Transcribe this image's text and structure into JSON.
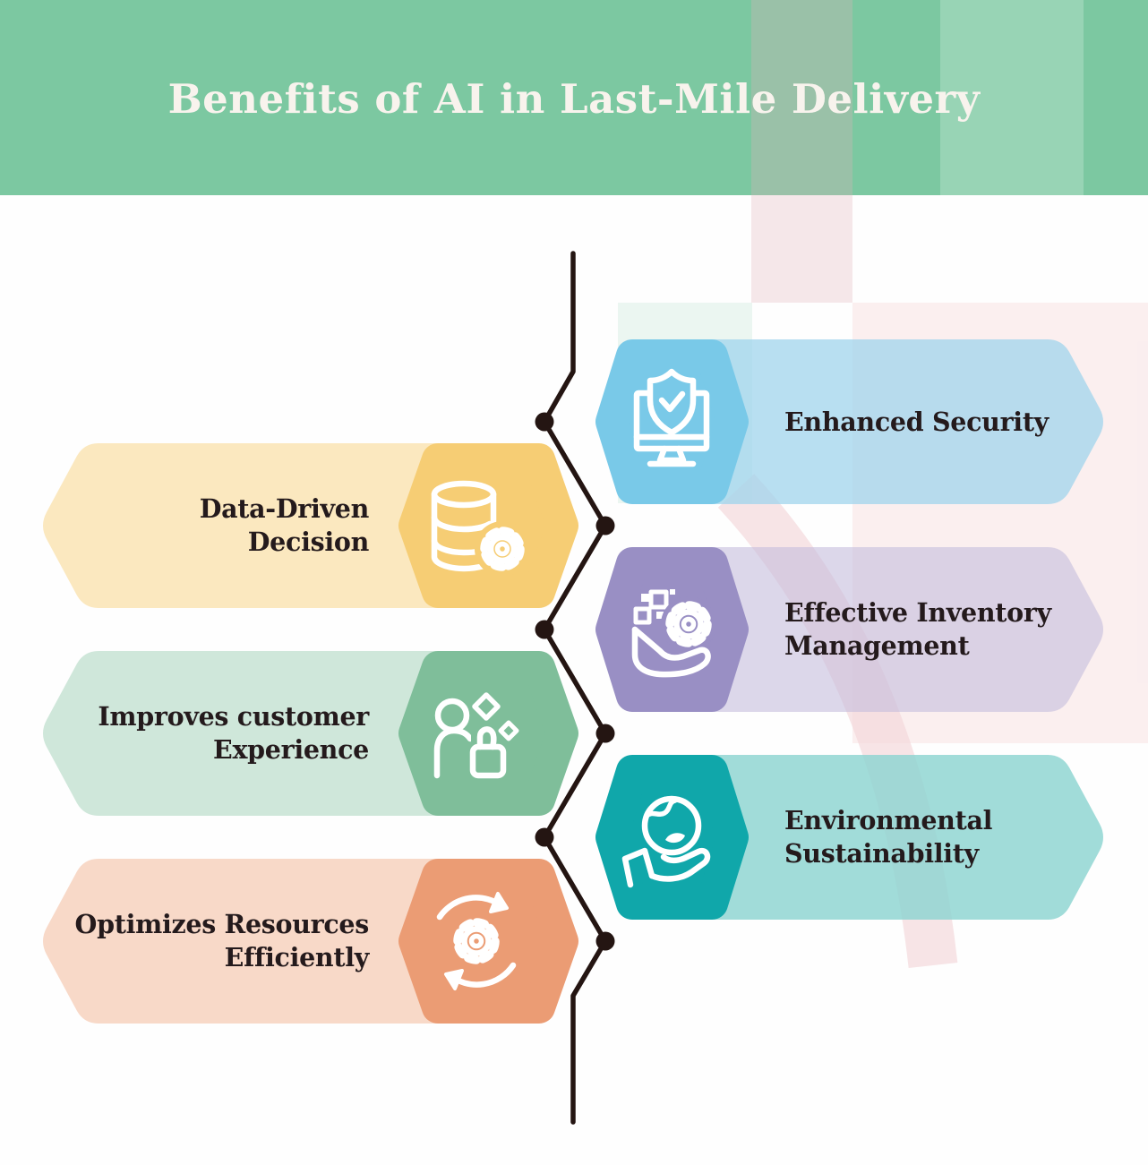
{
  "header": {
    "title": "Benefits of AI in Last-Mile Delivery",
    "bg_color": "#7cc8a1",
    "title_color": "#f8f3ed"
  },
  "palette": {
    "line_color": "#241512",
    "item_text_color": "#241a1c"
  },
  "items": [
    {
      "id": "enhanced-security",
      "side": "right",
      "line1": "Enhanced Security",
      "line2": "",
      "hex_color": "#79c9e8",
      "banner_color": "rgba(160,212,236,0.75)",
      "icon": "monitor-shield-icon"
    },
    {
      "id": "data-driven-decision",
      "side": "left",
      "line1": "Data-Driven",
      "line2": "Decision",
      "hex_color": "#f6cd74",
      "banner_color": "#fbe8bf",
      "icon": "database-gear-icon"
    },
    {
      "id": "effective-inventory-management",
      "side": "right",
      "line1": "Effective Inventory",
      "line2": "Management",
      "hex_color": "#998fc4",
      "banner_color": "rgba(196,189,220,0.6)",
      "icon": "hand-gear-icon"
    },
    {
      "id": "improves-customer-experience",
      "side": "left",
      "line1": "Improves customer",
      "line2": "Experience",
      "hex_color": "#7fbe9a",
      "banner_color": "#cfe7da",
      "icon": "person-thumbsup-icon"
    },
    {
      "id": "environmental-sustainability",
      "side": "right",
      "line1": "Environmental",
      "line2": "Sustainability",
      "hex_color": "#10a7aa",
      "banner_color": "rgba(140,212,209,0.82)",
      "icon": "hand-globe-icon"
    },
    {
      "id": "optimizes-resources-efficiently",
      "side": "left",
      "line1": "Optimizes Resources",
      "line2": "Efficiently",
      "hex_color": "#eb9c74",
      "banner_color": "#f8d9c8",
      "icon": "gear-refresh-icon"
    }
  ]
}
